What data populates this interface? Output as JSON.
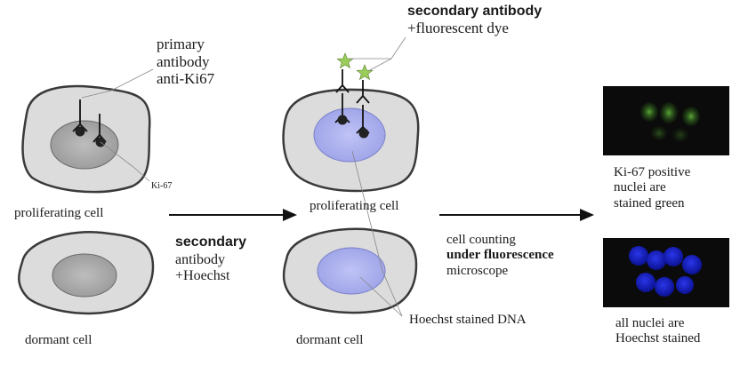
{
  "labels": {
    "primary_antibody": [
      "primary",
      "antibody",
      "anti-Ki67"
    ],
    "ki67_marker": "Ki-67",
    "proliferating_cell_left": "proliferating cell",
    "dormant_cell_left": "dormant cell",
    "secondary_antibody_hoechst": [
      "secondary",
      "antibody",
      "+Hoechst"
    ],
    "secondary_antibody_dye": [
      "secondary antibody",
      "+fluorescent dye"
    ],
    "proliferating_cell_middle": "proliferating cell",
    "dormant_cell_middle": "dormant cell",
    "hoechst_dna": "Hoechst stained DNA",
    "cell_counting": [
      "cell counting",
      "under fluorescence",
      "microscope"
    ],
    "ki67_positive": [
      "Ki-67 positive",
      "nuclei are",
      "stained green"
    ],
    "all_nuclei": [
      "all nuclei are",
      "Hoechst stained"
    ]
  },
  "colors": {
    "cell_fill": "#dcdcdc",
    "cell_outline": "#3a3a3a",
    "nucleus_grey": "#a8a8a8",
    "nucleus_blue": "#aab0ee",
    "dye_star": "#9acd5a",
    "green_nuclei": "#3f8a28",
    "blue_nuclei": "#1420c8",
    "micrograph_bg": "#0b0b0b"
  },
  "icons": [
    "antibody-icon",
    "fluorescent-star-icon",
    "arrow-icon"
  ]
}
